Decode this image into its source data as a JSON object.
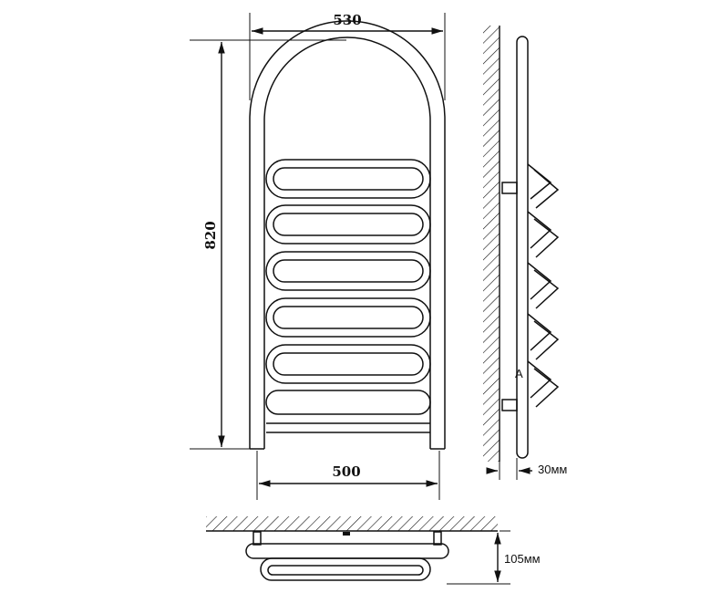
{
  "dimensions": {
    "top_width": "530",
    "bottom_width": "500",
    "height": "820",
    "wall_offset": "30мм",
    "depth": "105мм",
    "section_mark": "A"
  },
  "colors": {
    "ink": "#111111",
    "background": "#ffffff"
  }
}
